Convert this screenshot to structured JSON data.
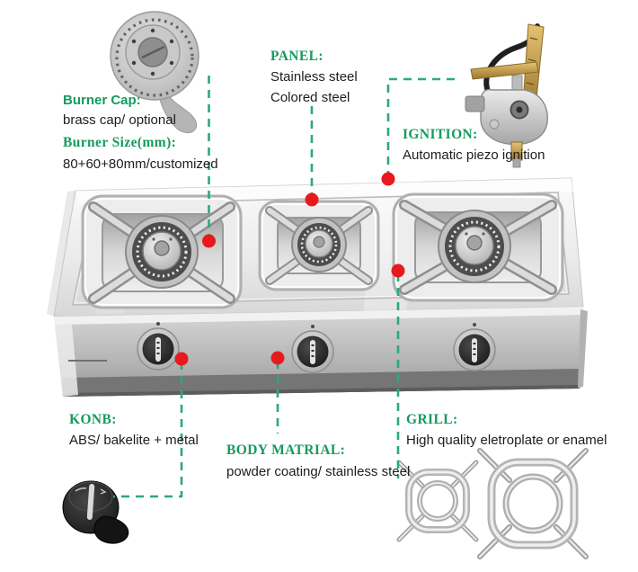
{
  "colors": {
    "heading_green": "#169a5f",
    "line_green": "#2aaa7a",
    "dot_red": "#e8191c",
    "text_black": "#1d1d1d"
  },
  "callouts": {
    "burner_cap": {
      "title": "Burner Cap:",
      "value": "brass cap/ optional"
    },
    "burner_size": {
      "title": "Burner Size(mm):",
      "value": "80+60+80mm/customized"
    },
    "panel": {
      "title": "PANEL:",
      "value1": "Stainless steel",
      "value2": "Colored steel"
    },
    "ignition": {
      "title": "IGNITION:",
      "value": "Automatic piezo ignition"
    },
    "knob": {
      "title": "KONB:",
      "value": "ABS/ bakelite + metal"
    },
    "body_material": {
      "title": "BODY MATRIAL:",
      "value": "powder coating/ stainless steel"
    },
    "grill": {
      "title": "GRILL:",
      "value": "High quality eletroplate or enamel"
    }
  },
  "images": {
    "stove": "three-burner-gas-stove-photo",
    "burner_cap": "burner-cap-photo",
    "ignition": "piezo-ignition-valve-photo",
    "knob": "control-knob-photo",
    "grills": "pan-support-grills-photo"
  }
}
